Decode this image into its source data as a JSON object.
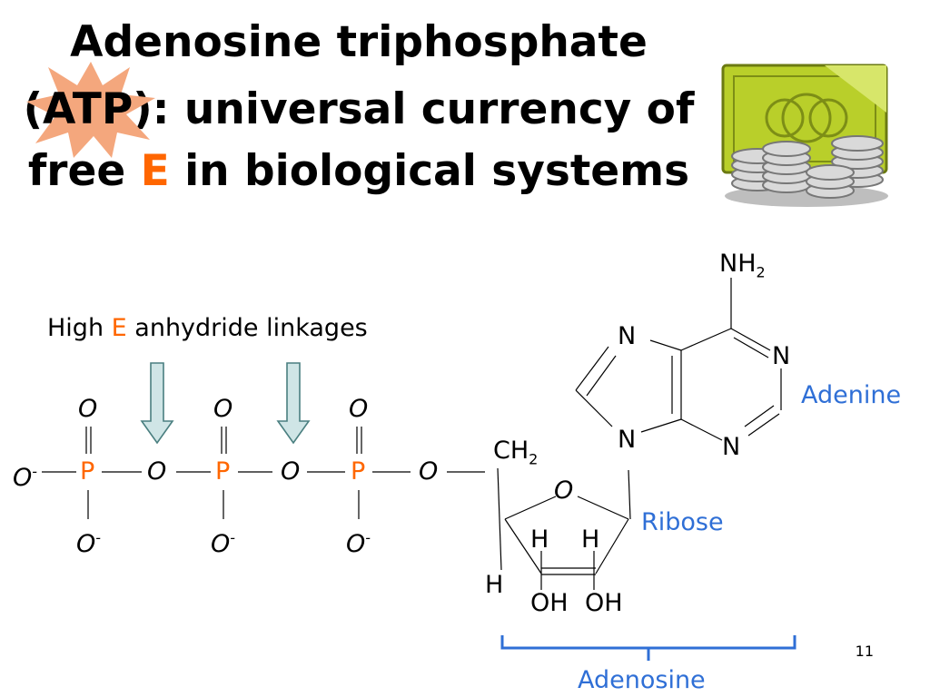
{
  "title": {
    "line1": "Adenosine triphosphate",
    "line2_open": "(",
    "line2_abbrev": "ATP",
    "line2_rest": "): universal currency of",
    "line3_pre": "free ",
    "line3_E": "E",
    "line3_post": " in biological systems"
  },
  "annotation": {
    "pre": "High ",
    "E": "E",
    "post": " anhydride linkages"
  },
  "atoms": {
    "O": "O",
    "P": "P",
    "N": "N",
    "H": "H",
    "OH": "OH",
    "minus": "-",
    "NH": "NH",
    "CH": "CH",
    "sub2": "2"
  },
  "labels": {
    "adenine": "Adenine",
    "ribose": "Ribose",
    "adenosine": "Adenosine"
  },
  "page_number": "11",
  "colors": {
    "accent": "#ff6600",
    "label_blue": "#2f6fd6",
    "burst": "#f4a77d",
    "money_green": "#b9cf2a"
  },
  "icons": [
    "starburst-icon",
    "money-icon",
    "down-arrow-icon"
  ]
}
